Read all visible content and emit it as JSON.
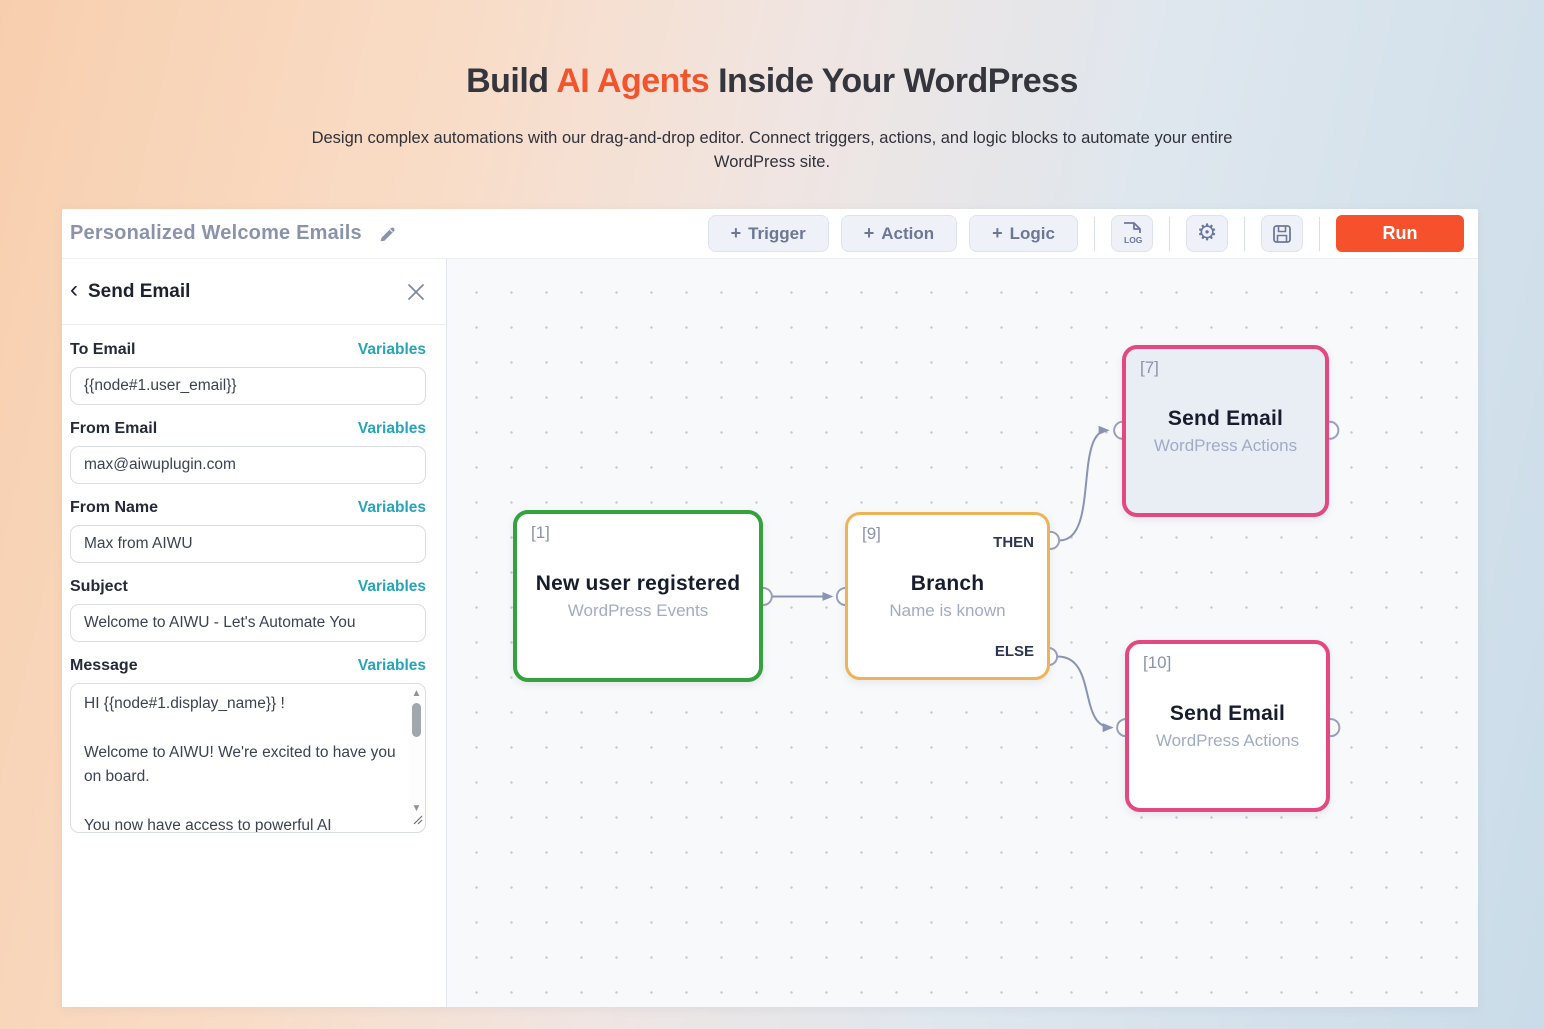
{
  "hero": {
    "title_prefix": "Build ",
    "title_highlight": "AI Agents",
    "title_suffix": " Inside Your WordPress",
    "subtitle": "Design complex automations with our drag-and-drop editor. Connect triggers, actions, and logic blocks to automate your entire WordPress site.",
    "highlight_color": "#f2542d"
  },
  "toolbar": {
    "workflow_title": "Personalized Welcome Emails",
    "add_buttons": [
      {
        "label": "Trigger"
      },
      {
        "label": "Action"
      },
      {
        "label": "Logic"
      }
    ],
    "plus_glyph": "+",
    "log_icon_text": "LOG",
    "gear_glyph": "⚙",
    "run_label": "Run"
  },
  "sidebar": {
    "back_glyph": "‹",
    "panel_title": "Send Email",
    "variables_label": "Variables",
    "fields": [
      {
        "label": "To Email",
        "value": "{{node#1.user_email}}"
      },
      {
        "label": "From Email",
        "value": "max@aiwuplugin.com"
      },
      {
        "label": "From Name",
        "value": "Max from AIWU"
      },
      {
        "label": "Subject",
        "value": "Welcome to AIWU - Let's Automate You"
      }
    ],
    "message": {
      "label": "Message",
      "value": "HI {{node#1.display_name}} !\n\nWelcome to AIWU! We're excited to have you on board.\n\nYou now have access to powerful AI"
    },
    "scroll_up_glyph": "▲",
    "scroll_down_glyph": "▼"
  },
  "canvas": {
    "colors": {
      "trigger": "#34a33e",
      "logic": "#eeb356",
      "action": "#e34880",
      "edge": "#8a93b5"
    },
    "nodes": [
      {
        "id": "[1]",
        "title": "New user registered",
        "subtitle": "WordPress Events"
      },
      {
        "id": "[9]",
        "title": "Branch",
        "subtitle": "Name is known",
        "then_label": "THEN",
        "else_label": "ELSE"
      },
      {
        "id": "[7]",
        "title": "Send Email",
        "subtitle": "WordPress Actions"
      },
      {
        "id": "[10]",
        "title": "Send Email",
        "subtitle": "WordPress Actions"
      }
    ]
  }
}
